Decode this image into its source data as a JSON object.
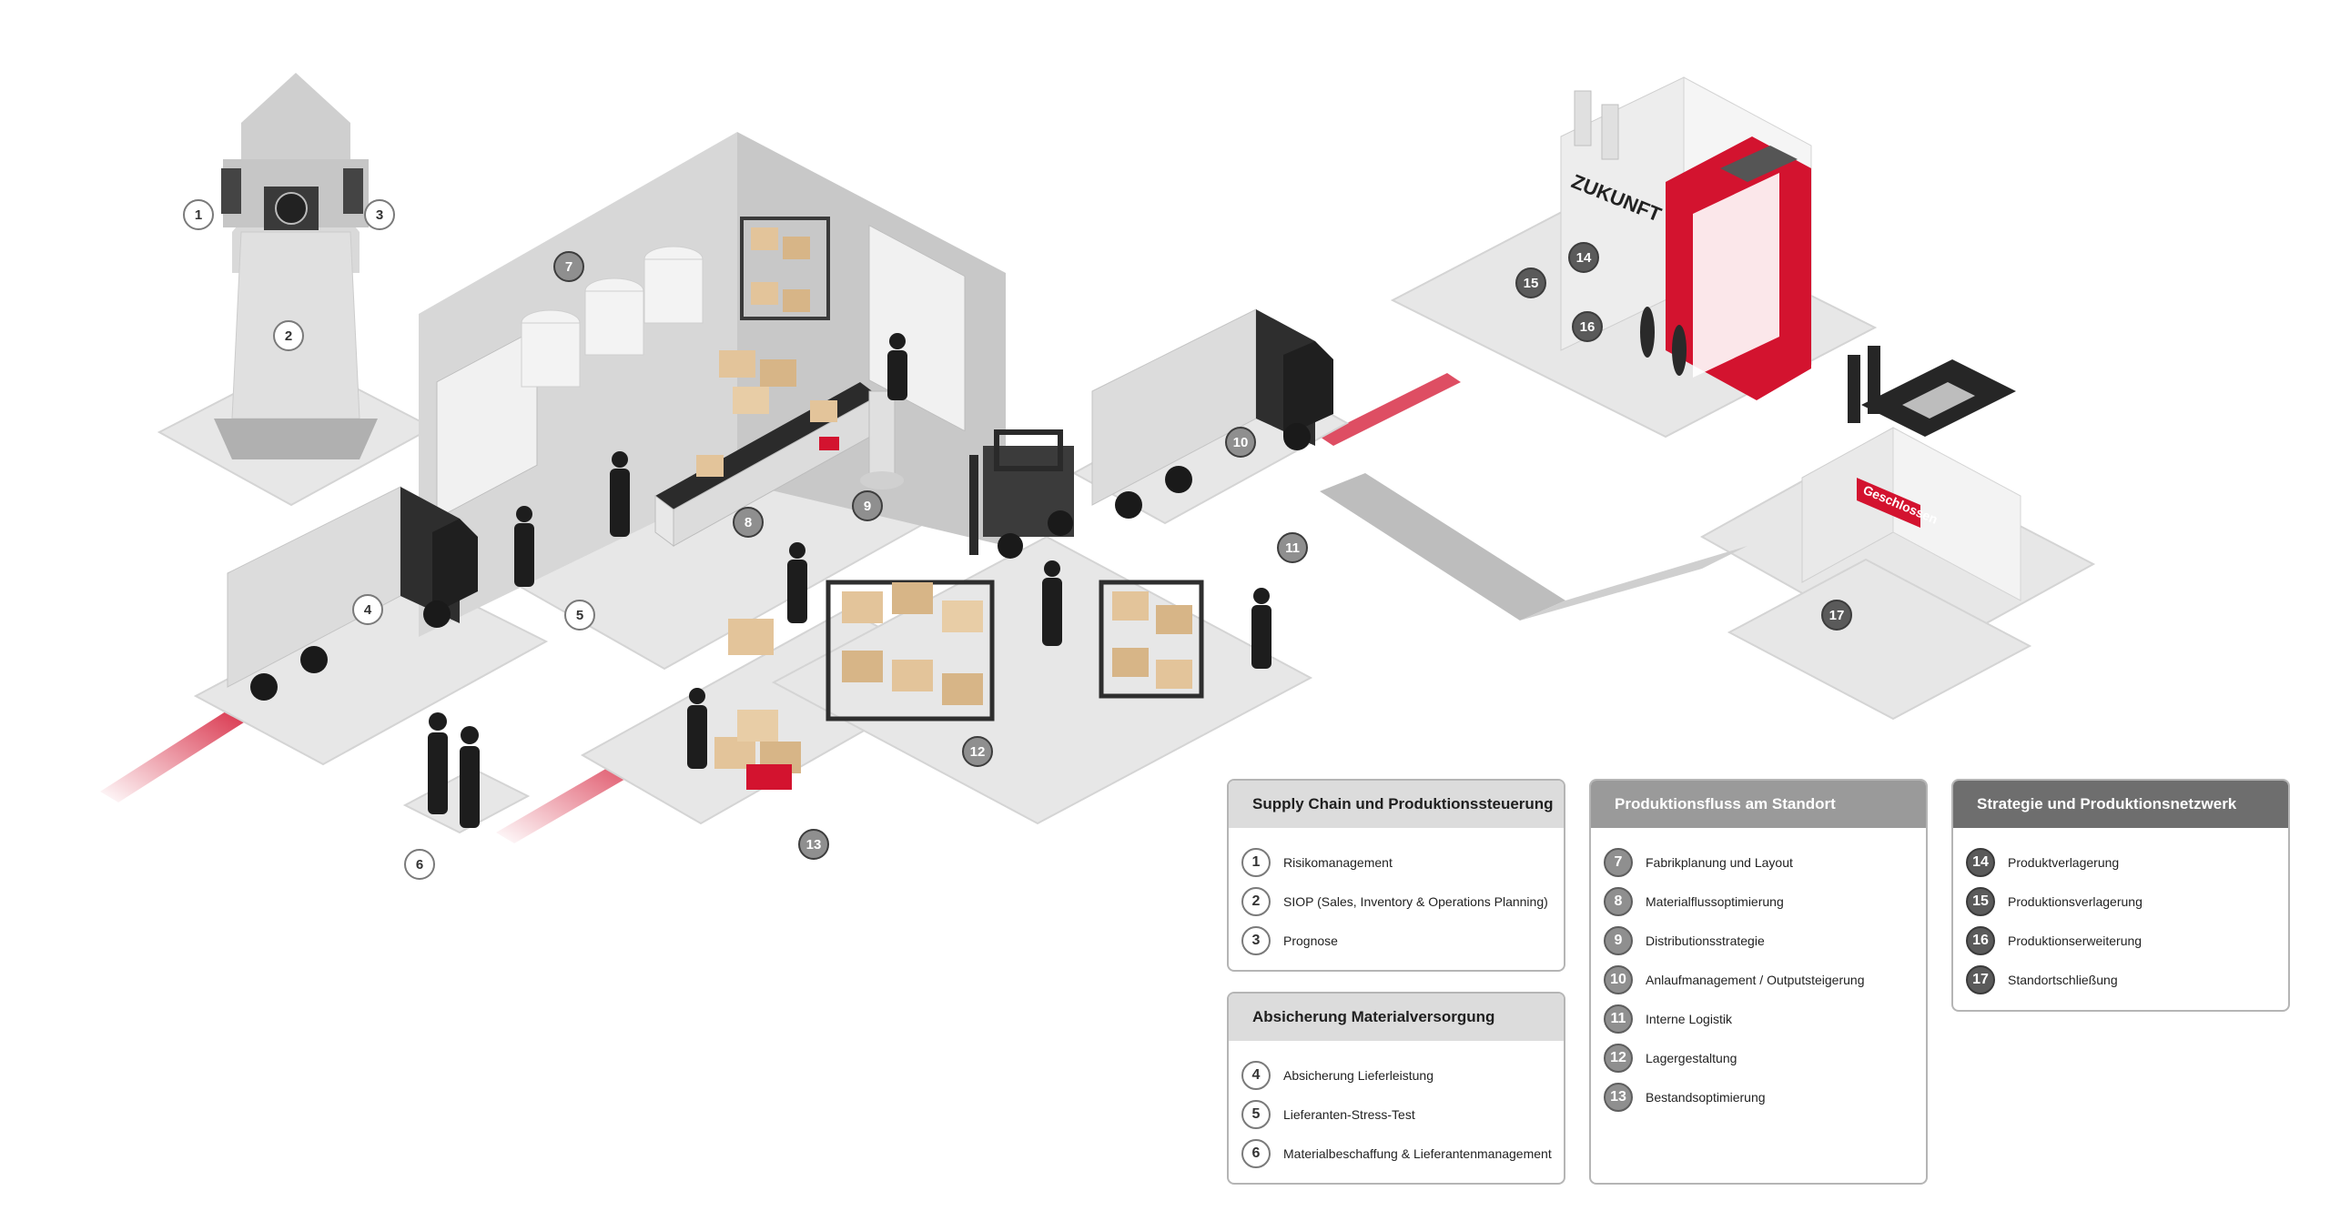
{
  "scene": {
    "badges": [
      {
        "number": "1",
        "tone": "light"
      },
      {
        "number": "2",
        "tone": "light"
      },
      {
        "number": "3",
        "tone": "light"
      },
      {
        "number": "4",
        "tone": "light"
      },
      {
        "number": "5",
        "tone": "light"
      },
      {
        "number": "6",
        "tone": "light"
      },
      {
        "number": "7",
        "tone": "mid"
      },
      {
        "number": "8",
        "tone": "mid"
      },
      {
        "number": "9",
        "tone": "mid"
      },
      {
        "number": "10",
        "tone": "mid"
      },
      {
        "number": "11",
        "tone": "mid"
      },
      {
        "number": "12",
        "tone": "mid"
      },
      {
        "number": "13",
        "tone": "mid"
      },
      {
        "number": "14",
        "tone": "dark"
      },
      {
        "number": "15",
        "tone": "dark"
      },
      {
        "number": "16",
        "tone": "dark"
      },
      {
        "number": "17",
        "tone": "dark"
      }
    ],
    "factory_sign": "ZUKUNFT",
    "closed_sign": "Geschlossen"
  },
  "legend": [
    {
      "title": "Supply Chain und Produktionssteuerung",
      "tone": "light",
      "items": [
        {
          "number": "1",
          "label": "Risikomanagement"
        },
        {
          "number": "2",
          "label": "SIOP (Sales, Inventory & Operations Planning)"
        },
        {
          "number": "3",
          "label": "Prognose"
        }
      ]
    },
    {
      "title": "Absicherung Materialversorgung",
      "tone": "light",
      "items": [
        {
          "number": "4",
          "label": "Absicherung Lieferleistung"
        },
        {
          "number": "5",
          "label": "Lieferanten-Stress-Test"
        },
        {
          "number": "6",
          "label": "Materialbeschaffung & Lieferantenmanagement"
        }
      ]
    },
    {
      "title": "Produktionsfluss am Standort",
      "tone": "mid",
      "items": [
        {
          "number": "7",
          "label": "Fabrikplanung und Layout"
        },
        {
          "number": "8",
          "label": "Materialflussoptimierung"
        },
        {
          "number": "9",
          "label": "Distributionsstrategie"
        },
        {
          "number": "10",
          "label": "Anlaufmanagement / Outputsteigerung"
        },
        {
          "number": "11",
          "label": "Interne Logistik"
        },
        {
          "number": "12",
          "label": "Lagergestaltung"
        },
        {
          "number": "13",
          "label": "Bestandsoptimierung"
        }
      ]
    },
    {
      "title": "Strategie und Produktionsnetzwerk",
      "tone": "dark",
      "items": [
        {
          "number": "14",
          "label": "Produktverlagerung"
        },
        {
          "number": "15",
          "label": "Produktionsverlagerung"
        },
        {
          "number": "16",
          "label": "Produktionserweiterung"
        },
        {
          "number": "17",
          "label": "Standortschließung"
        }
      ]
    }
  ],
  "colors": {
    "accent": "#d3132f",
    "badge_light": "#ffffff",
    "badge_mid": "#8f8f8f",
    "badge_dark": "#5a5a5a",
    "floor": "#e6e6e6"
  }
}
